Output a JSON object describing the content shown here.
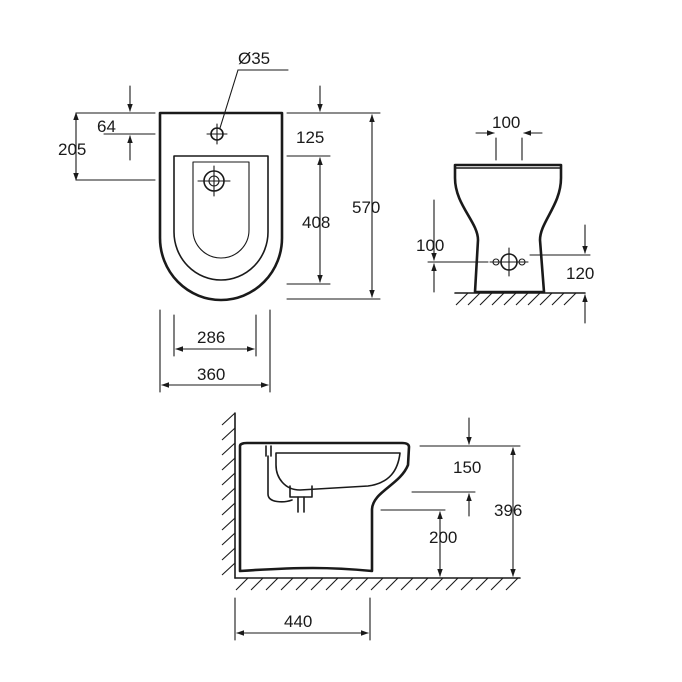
{
  "colors": {
    "ink": "#1a1a1a",
    "paper": "#ffffff"
  },
  "top_view": {
    "hole_diameter": "Ø35",
    "dim_64": "64",
    "dim_205": "205",
    "dim_125": "125",
    "dim_408": "408",
    "dim_570": "570",
    "dim_286": "286",
    "dim_360": "360"
  },
  "front_view": {
    "dim_100_top": "100",
    "dim_100_left": "100",
    "dim_120": "120"
  },
  "side_view": {
    "dim_150": "150",
    "dim_396": "396",
    "dim_200": "200",
    "dim_440": "440"
  }
}
